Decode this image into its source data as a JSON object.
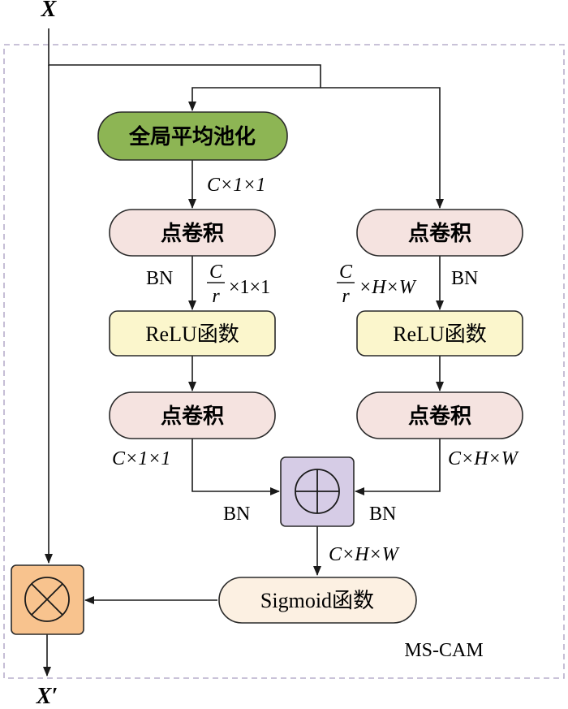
{
  "input_label": "X",
  "output_label": "X′",
  "module_label": "MS-CAM",
  "nodes": {
    "gap": "全局平均池化",
    "left_pwconv1": "点卷积",
    "left_relu": "ReLU函数",
    "left_pwconv2": "点卷积",
    "right_pwconv1": "点卷积",
    "right_relu": "ReLU函数",
    "right_pwconv2": "点卷积",
    "sigmoid": "Sigmoid函数"
  },
  "labels": {
    "c11_top": "C×1×1",
    "bn_left": "BN",
    "frac_left_num": "C",
    "frac_left_den": "r",
    "frac_left_rest": "×1×1",
    "frac_right_num": "C",
    "frac_right_den": "r",
    "frac_right_rest": "×H×W",
    "bn_right": "BN",
    "c11_bottom": "C×1×1",
    "chw_right": "C×H×W",
    "bn_add_left": "BN",
    "bn_add_right": "BN",
    "chw_add_out": "C×H×W"
  },
  "colors": {
    "gap_fill": "#8DB554",
    "pwconv_fill": "#F5E3E0",
    "relu_fill": "#FBF6CC",
    "sigmoid_fill": "#FCF0E2",
    "add_fill": "#D6CCE6",
    "multiply_fill": "#F8C38E",
    "module_border": "#B7AECB"
  },
  "icons": {
    "add": "circle-plus-icon",
    "multiply": "circle-times-icon"
  }
}
